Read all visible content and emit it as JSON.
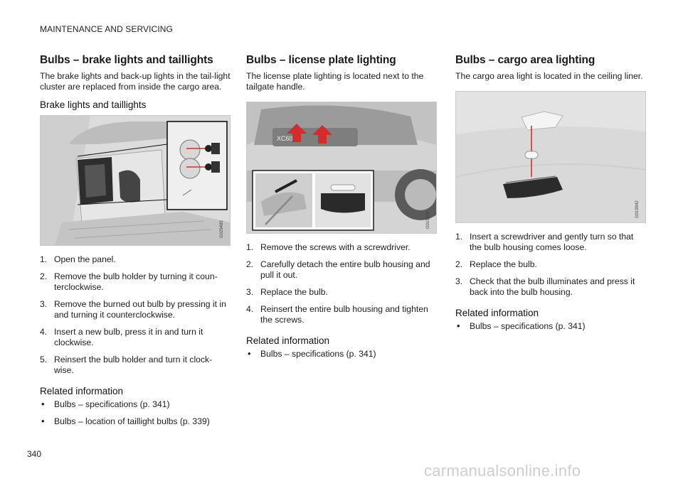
{
  "header": "MAINTENANCE AND SERVICING",
  "page_number": "340",
  "watermark": "carmanualsonline.info",
  "columns": [
    {
      "title": "Bulbs – brake lights and taillights",
      "lead": "The brake lights and back-up lights in the tail-light cluster are replaced from inside the cargo area.",
      "subheading": "Brake lights and taillights",
      "figure_code": "G029485",
      "steps": [
        {
          "num": "1.",
          "text": "Open the panel."
        },
        {
          "num": "2.",
          "text": "Remove the bulb holder by turning it coun-terclockwise."
        },
        {
          "num": "3.",
          "text": "Remove the burned out bulb by pressing it in and turning it counterclockwise."
        },
        {
          "num": "4.",
          "text": "Insert a new bulb, press it in and turn it clockwise."
        },
        {
          "num": "5.",
          "text": "Reinsert the bulb holder and turn it clock-wise."
        }
      ],
      "related_heading": "Related information",
      "related": [
        "Bulbs – specifications (p. 341)",
        "Bulbs – location of taillight bulbs (p. 339)"
      ]
    },
    {
      "title": "Bulbs – license plate lighting",
      "lead": "The license plate lighting is located next to the tailgate handle.",
      "figure_code": "G019940",
      "steps": [
        {
          "num": "1.",
          "text": "Remove the screws with a screwdriver."
        },
        {
          "num": "2.",
          "text": "Carefully detach the entire bulb housing and pull it out."
        },
        {
          "num": "3.",
          "text": "Replace the bulb."
        },
        {
          "num": "4.",
          "text": "Reinsert the entire bulb housing and tighten the screws."
        }
      ],
      "related_heading": "Related information",
      "related": [
        "Bulbs – specifications (p. 341)"
      ]
    },
    {
      "title": "Bulbs – cargo area lighting",
      "lead": "The cargo area light is located in the ceiling liner.",
      "figure_code": "G019942",
      "steps": [
        {
          "num": "1.",
          "text": "Insert a screwdriver and gently turn so that the bulb housing comes loose."
        },
        {
          "num": "2.",
          "text": "Replace the bulb."
        },
        {
          "num": "3.",
          "text": "Check that the bulb illuminates and press it back into the bulb housing."
        }
      ],
      "related_heading": "Related information",
      "related": [
        "Bulbs – specifications (p. 341)"
      ]
    }
  ],
  "colors": {
    "arrow_red": "#d62b2b",
    "text": "#1e1e1e"
  }
}
